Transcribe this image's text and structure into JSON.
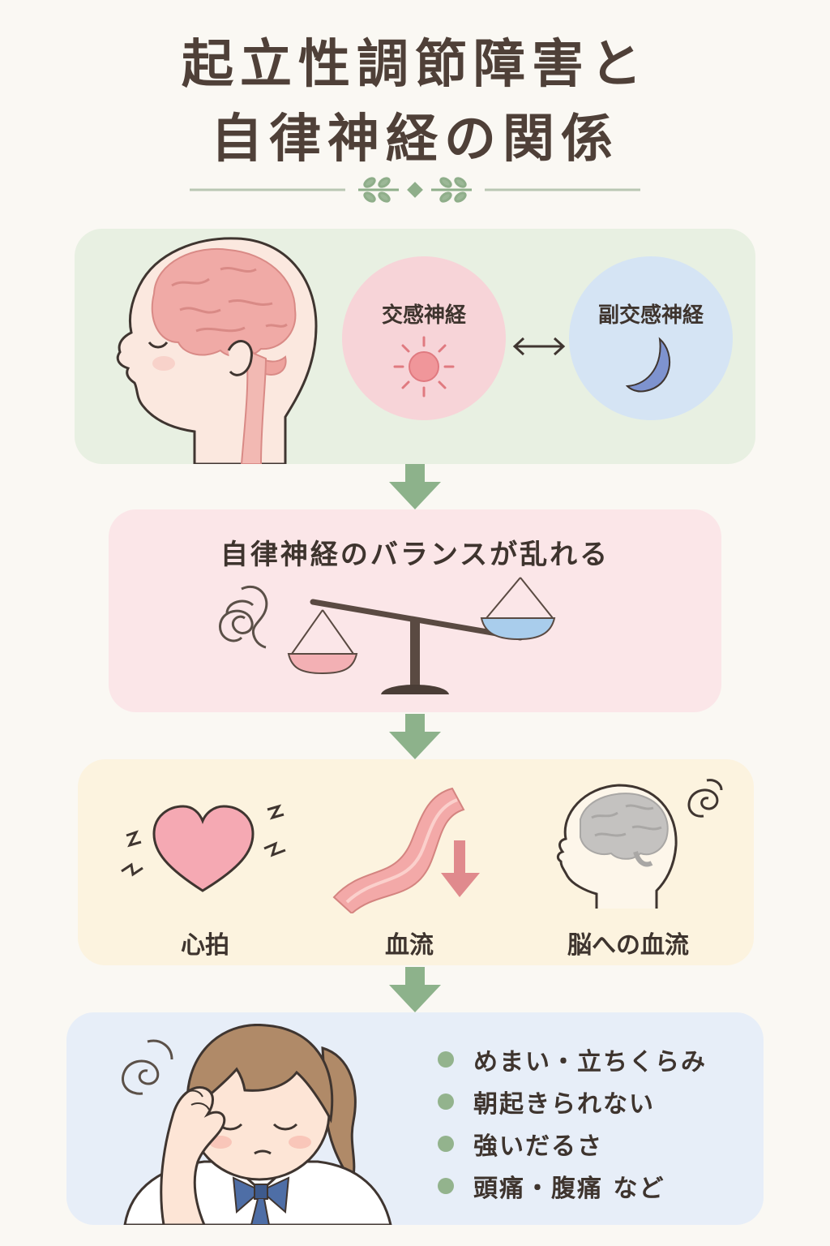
{
  "title": {
    "line1": "起立性調節障害と",
    "line2": "自律神経の関係"
  },
  "nervous": {
    "sympathetic": "交感神経",
    "parasympathetic": "副交感神経"
  },
  "balance": {
    "heading": "自律神経のバランスが乱れる"
  },
  "effects": [
    {
      "label": "心拍"
    },
    {
      "label": "血流"
    },
    {
      "label": "脳への血流"
    }
  ],
  "symptoms": [
    "めまい・立ちくらみ",
    "朝起きられない",
    "強いだるさ",
    "頭痛・腹痛 など"
  ],
  "colors": {
    "accent_green": "#93b38d",
    "panel_green": "#e8f0e2",
    "panel_pink": "#fbe6e8",
    "panel_yellow": "#fcf3df",
    "panel_blue": "#e7eef8"
  }
}
